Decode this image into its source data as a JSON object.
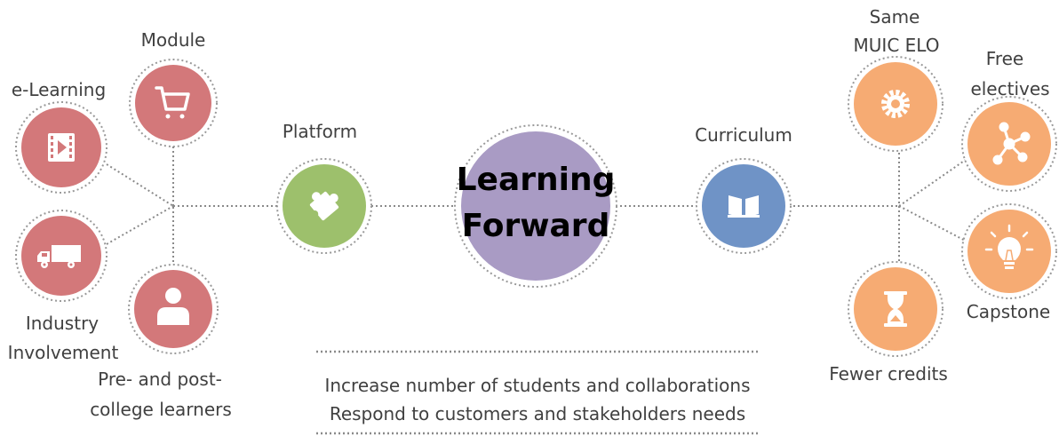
{
  "center": {
    "line1": "Learning",
    "line2": "Forward",
    "color": "#a99bc4"
  },
  "platform": {
    "label": "Platform",
    "color": "#9dc06c",
    "icon": "puzzle-icon"
  },
  "curriculum": {
    "label": "Curriculum",
    "color": "#6f93c6",
    "icon": "book-icon"
  },
  "platform_items": [
    {
      "label": "Module",
      "icon": "cart-icon"
    },
    {
      "label": "e-Learning",
      "icon": "video-icon"
    },
    {
      "label": "Industry Involvement",
      "line1": "Industry",
      "line2": "Involvement",
      "icon": "truck-icon"
    },
    {
      "label": "Pre- and post-college learners",
      "line1": "Pre- and post-",
      "line2": "college learners",
      "icon": "person-icon"
    }
  ],
  "platform_item_color": "#d3787a",
  "curriculum_items": [
    {
      "label": "Same MUIC ELO",
      "line1": "Same",
      "line2": "MUIC ELO",
      "icon": "gear-icon"
    },
    {
      "label": "Free electives",
      "line1": "Free",
      "line2": "electives",
      "icon": "network-icon"
    },
    {
      "label": "Capstone",
      "icon": "lightbulb-icon"
    },
    {
      "label": "Fewer credits",
      "icon": "hourglass-icon"
    }
  ],
  "curriculum_item_color": "#f6ab73",
  "goals": {
    "line1": "Increase number of students and collaborations",
    "line2": "Respond to customers and stakeholders needs"
  }
}
